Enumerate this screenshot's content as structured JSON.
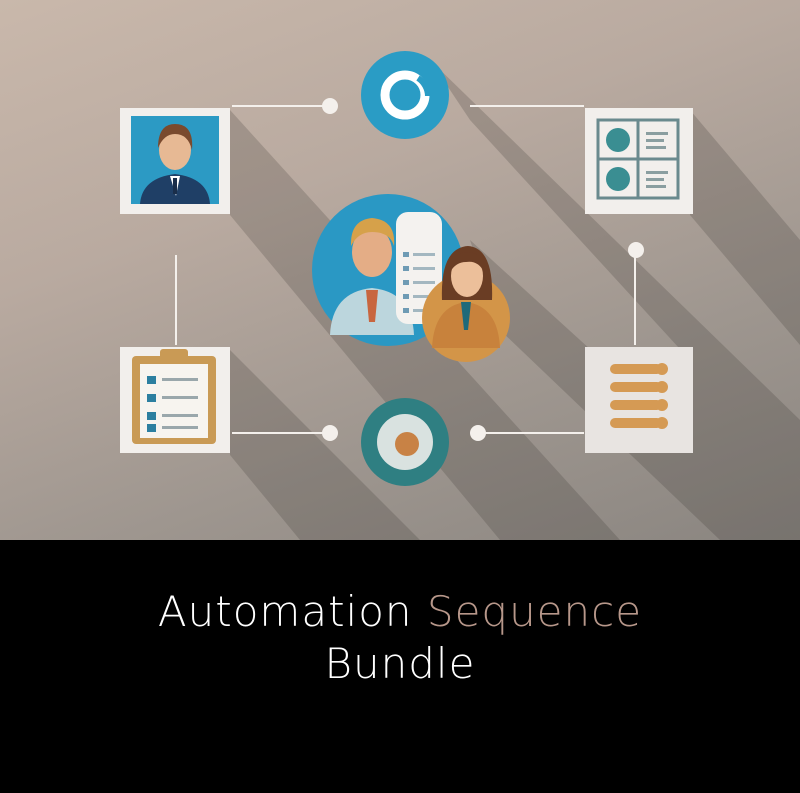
{
  "caption": {
    "title_part1": "Automation",
    "title_part2": "Sequence",
    "title_line2": "Bundle"
  },
  "colors": {
    "background_bottom": "#000000",
    "title_white": "#ffffff",
    "title_accent": "#b7978a",
    "teal": "#2a9cc5",
    "dark_teal": "#2f7f82",
    "orange": "#d59a54"
  },
  "illustration": {
    "nodes": [
      {
        "name": "person-card",
        "icon": "businessman-avatar-icon"
      },
      {
        "name": "dashboard-card",
        "icon": "chart-dashboard-icon"
      },
      {
        "name": "clipboard-card",
        "icon": "clipboard-checklist-icon"
      },
      {
        "name": "list-card",
        "icon": "bullet-list-icon"
      },
      {
        "name": "top-circle",
        "icon": "target-ring-icon"
      },
      {
        "name": "bottom-circle",
        "icon": "target-dot-icon"
      },
      {
        "name": "team-circle",
        "icon": "team-people-icon"
      }
    ]
  }
}
